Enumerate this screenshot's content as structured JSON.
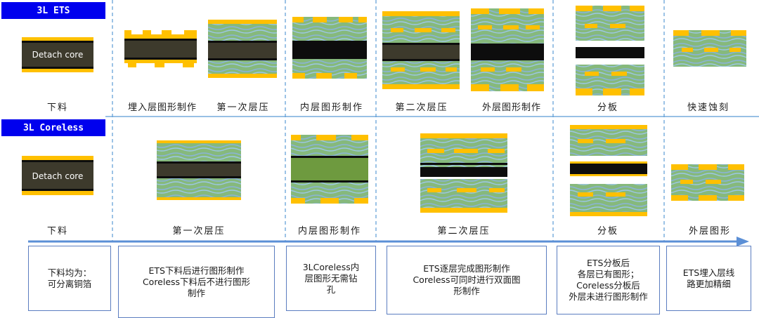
{
  "rows": {
    "ets": {
      "tag": "3L ETS"
    },
    "coreless": {
      "tag": "3L Coreless"
    }
  },
  "core_label": "Detach core",
  "ets_stages": [
    "下料",
    "埋入层图形制作",
    "第一次层压",
    "内层图形制作",
    "第二次层压",
    "外层图形制作",
    "分板",
    "快速蚀刻"
  ],
  "coreless_stages": [
    "下料",
    "第一次层压",
    "内层图形制作",
    "第二次层压",
    "分板",
    "外层图形"
  ],
  "notes": [
    "下料均为：\n可分离铜箔",
    "ETS下料后进行图形制作\nCoreless下料后不进行图形\n制作",
    "3LCoreless内\n层图形无需钻\n孔",
    "ETS逐层完成图形制作\nCoreless可同时进行双面图\n形制作",
    "ETS分板后\n各层已有图形；\nCoreless分板后\n外层未进行图形制作",
    "ETS埋入层线\n路更加精细"
  ],
  "colors": {
    "tag_blue": "#0000ee",
    "copper_yellow": "#ffc000",
    "core_dark": "#3d3a2c",
    "black_line": "#0d0d0d",
    "prepreg_green": "#86b97c",
    "fiber_blue": "#8ab4d8",
    "inner_green": "#6e9a3f",
    "divider_blue": "#5b9bd5",
    "arrow_blue": "#5b8fd6"
  }
}
